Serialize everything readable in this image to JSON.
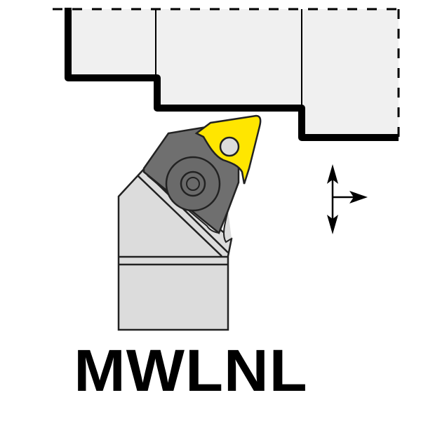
{
  "diagram": {
    "title": "MWLNL",
    "kind": "turning tool holder schematic",
    "components": {
      "workpiece": "stepped workpiece profile with dashed boundary",
      "insert": "trigon W-type insert (yellow)",
      "clamp": "lever clamp with hex screw (dark gray)",
      "holder": "tool shank (light gray)",
      "feed_arrows": "feed direction indicator: up, down, right"
    },
    "colors": {
      "insert": "#ffe600",
      "clamp": "#6f6f6f",
      "clamp_dark": "#5e5e5e",
      "holder": "#dcdcdc",
      "workpiece": "#f0f0f0",
      "outline": "#000000",
      "background": "#ffffff"
    }
  }
}
